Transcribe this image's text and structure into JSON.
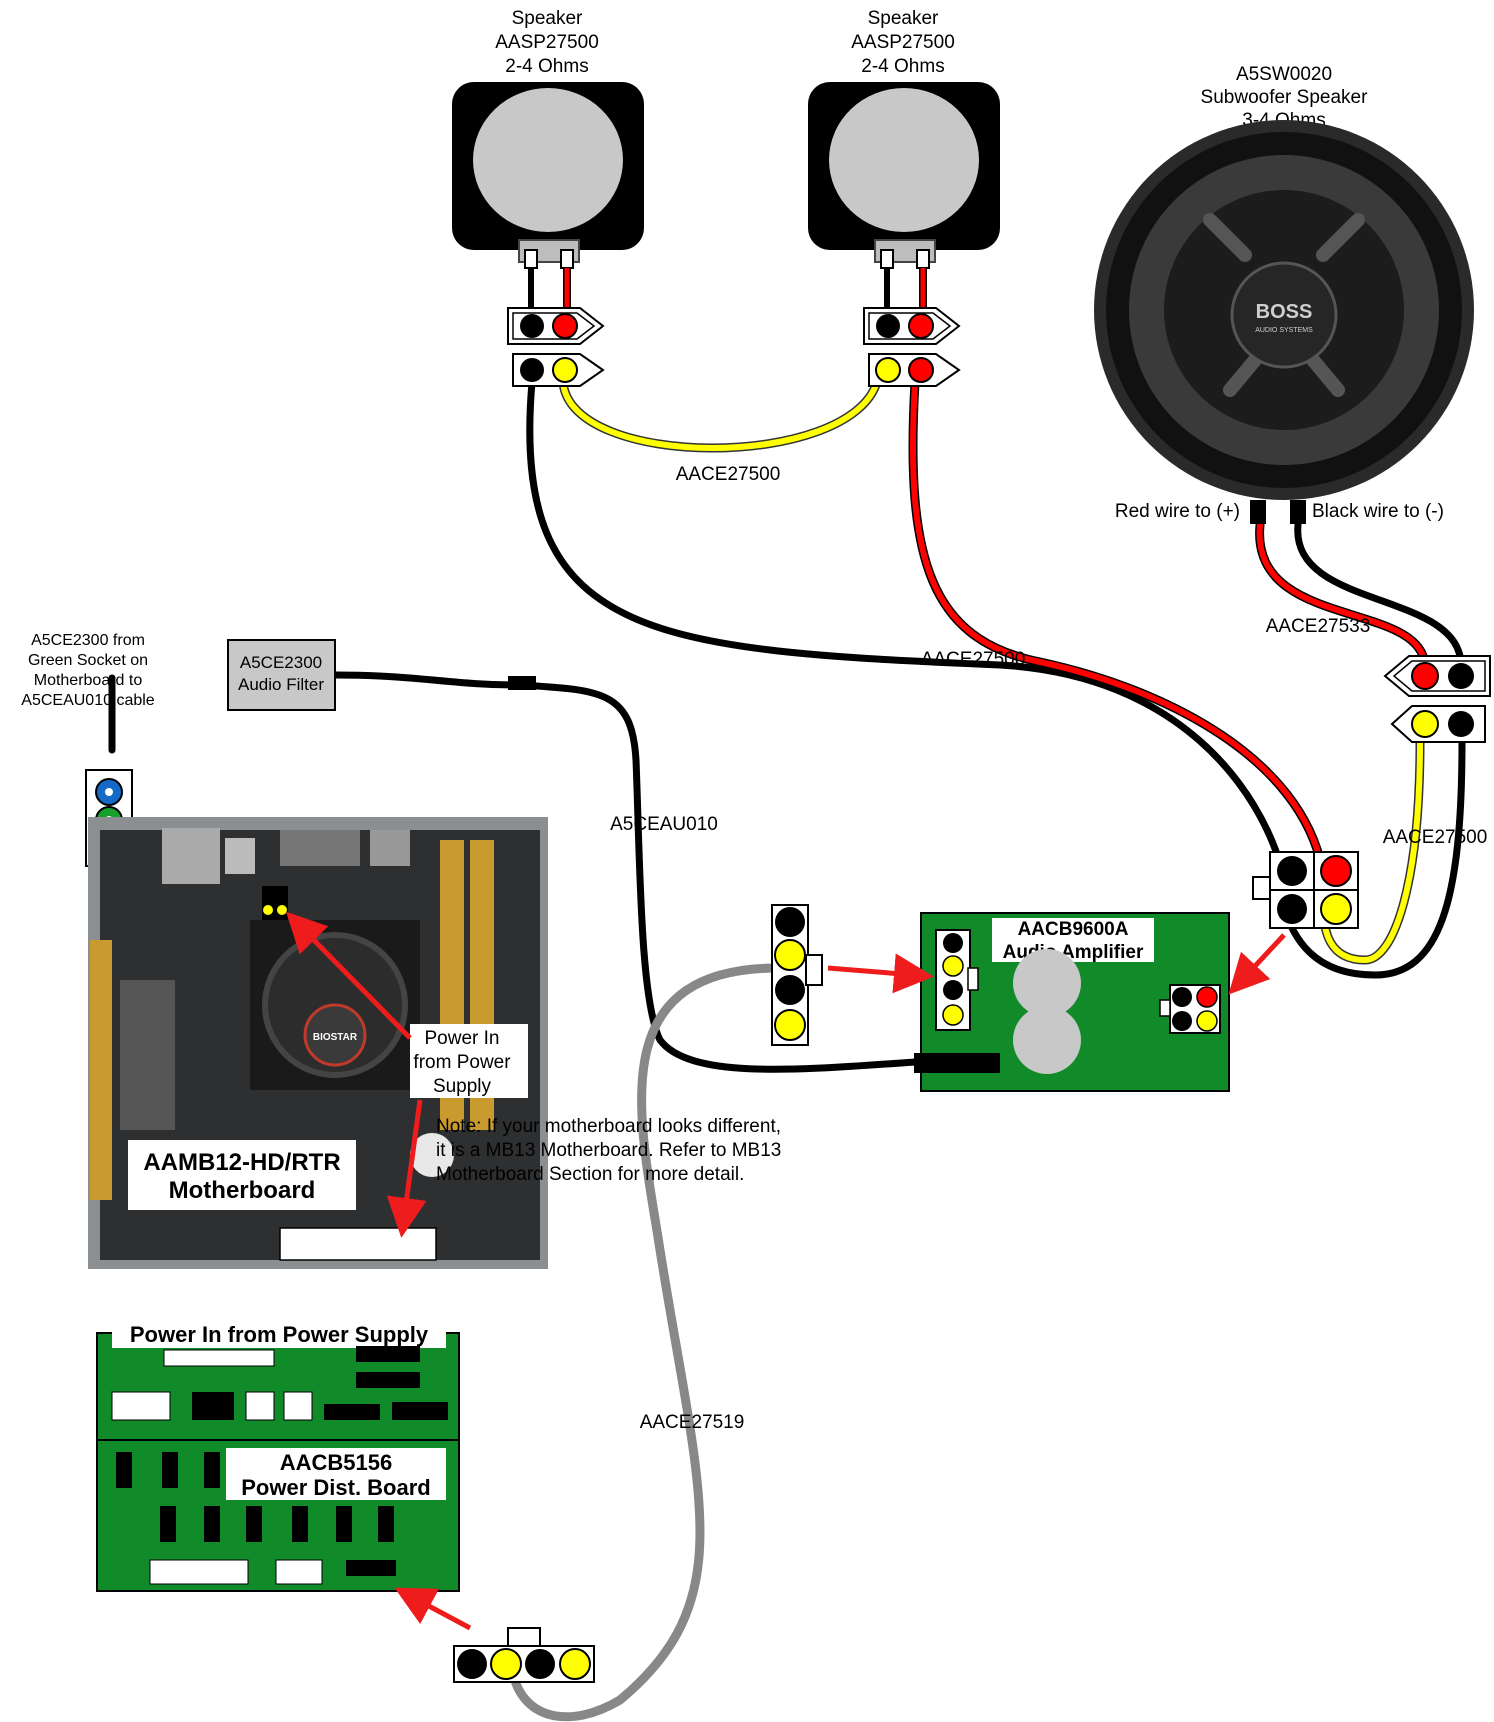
{
  "speaker_left": {
    "title": "Speaker",
    "part": "AASP27500",
    "impedance": "2-4 Ohms"
  },
  "speaker_right": {
    "title": "Speaker",
    "part": "AASP27500",
    "impedance": "2-4 Ohms"
  },
  "subwoofer": {
    "part": "A5SW0020",
    "title": "Subwoofer Speaker",
    "impedance": "3-4 Ohms",
    "logo_text": "BOSS",
    "logo_subtext": "AUDIO SYSTEMS",
    "red_wire_label": "Red wire to (+)",
    "black_wire_label": "Black wire to (-)"
  },
  "cables": {
    "speaker_link": "AACE27500",
    "speaker_to_amp": "AACE27500",
    "sub_cable": "AACE27533",
    "sub_to_amp": "AACE27500",
    "audio_cable": "A5CEAU010",
    "power_cable": "AACE27519"
  },
  "audio_filter": {
    "line1": "A5CE2300",
    "line2": "Audio Filter",
    "note_line1": "A5CE2300 from",
    "note_line2": "Green Socket on",
    "note_line3": "Motherboard to",
    "note_line4": "A5CEAU010 cable"
  },
  "amplifier": {
    "line1": "AACB9600A",
    "line2": "Audio Amplifier"
  },
  "motherboard": {
    "line1": "AAMB12-HD/RTR",
    "line2": "Motherboard",
    "chip_logo": "BIOSTAR",
    "power_label_line1": "Power In",
    "power_label_line2": "from Power",
    "power_label_line3": "Supply",
    "note_line1": "Note: If your motherboard looks different,",
    "note_line2": "it is a MB13 Motherboard. Refer to MB13",
    "note_line3": "Motherboard Section for more detail."
  },
  "power_board": {
    "title": "Power In from Power Supply",
    "line1": "AACB5156",
    "line2": "Power Dist. Board"
  },
  "colors": {
    "wire_red": "#ff0000",
    "wire_black": "#000000",
    "wire_yellow": "#ffff00",
    "wire_gray": "#888888",
    "board_green": "#118a2a",
    "speaker_cone": "#c8c8c8",
    "arrow_red": "#ee1c1c"
  }
}
